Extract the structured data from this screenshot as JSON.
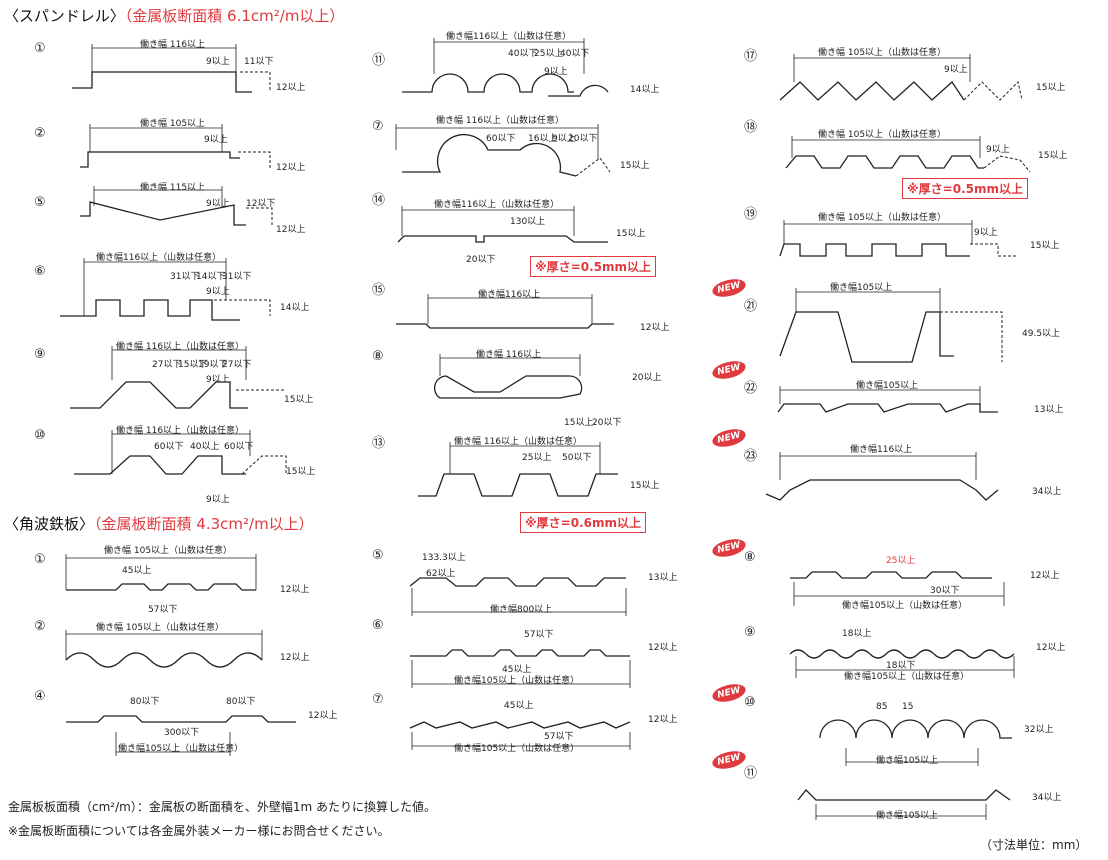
{
  "sections": {
    "spandrel": {
      "title": "〈スパンドレル〉",
      "note": "（金属板断面積 6.1cm²/m以上）"
    },
    "kakuha": {
      "title": "〈角波鉄板〉",
      "note": "（金属板断面積 4.3cm²/m以上）"
    }
  },
  "spandrel_items": [
    {
      "num": "①",
      "labels": [
        "働き幅 116以上",
        "9以上",
        "11以下",
        "12以上"
      ]
    },
    {
      "num": "②",
      "labels": [
        "働き幅 105以上",
        "9以上",
        "12以上"
      ]
    },
    {
      "num": "⑤",
      "labels": [
        "働き幅 115以上",
        "9以上",
        "12以下",
        "12以上"
      ]
    },
    {
      "num": "⑥",
      "labels": [
        "働き幅116以上（山数は任意）",
        "31以下",
        "14以下",
        "31以下",
        "9以上",
        "14以上"
      ]
    },
    {
      "num": "⑨",
      "labels": [
        "働き幅 116以上（山数は任意）",
        "27以下",
        "15以下",
        "19以下",
        "27以下",
        "9以上",
        "15以上"
      ]
    },
    {
      "num": "⑩",
      "labels": [
        "働き幅 116以上（山数は任意）",
        "60以下",
        "40以上",
        "60以下",
        "9以上",
        "15以上"
      ]
    },
    {
      "num": "⑪",
      "labels": [
        "働き幅116以上（山数は任意）",
        "40以下",
        "25以上",
        "40以下",
        "9以上",
        "14以上"
      ]
    },
    {
      "num": "⑦",
      "labels": [
        "働き幅 116以上（山数は任意）",
        "60以下",
        "16以上",
        "9以上",
        "20以下",
        "15以上"
      ]
    },
    {
      "num": "⑭",
      "labels": [
        "働き幅116以上（山数は任意）",
        "130以上",
        "20以下",
        "15以上"
      ],
      "warning": "※厚さ=0.5mm以上"
    },
    {
      "num": "⑮",
      "labels": [
        "働き幅116以上",
        "12以上"
      ]
    },
    {
      "num": "⑧",
      "labels": [
        "働き幅 116以上",
        "20以上",
        "15以上",
        "20以下"
      ]
    },
    {
      "num": "⑬",
      "labels": [
        "働き幅 116以上（山数は任意）",
        "25以上",
        "50以下",
        "15以上"
      ],
      "warning": "※厚さ=0.6mm以上"
    },
    {
      "num": "⑰",
      "labels": [
        "働き幅 105以上（山数は任意）",
        "9以上",
        "15以上"
      ]
    },
    {
      "num": "⑱",
      "labels": [
        "働き幅 105以上（山数は任意）",
        "9以上",
        "15以上"
      ],
      "warning": "※厚さ=0.5mm以上"
    },
    {
      "num": "⑲",
      "labels": [
        "働き幅 105以上（山数は任意）",
        "9以上",
        "15以上"
      ]
    },
    {
      "num": "㉑",
      "labels": [
        "働き幅105以上",
        "49.5以上"
      ],
      "new": "NEW"
    },
    {
      "num": "㉒",
      "labels": [
        "働き幅105以上",
        "13以上"
      ],
      "new": "NEW"
    },
    {
      "num": "㉓",
      "labels": [
        "働き幅116以上",
        "34以上"
      ],
      "new": "NEW"
    }
  ],
  "kakuha_items": [
    {
      "num": "①",
      "labels": [
        "働き幅 105以上（山数は任意）",
        "45以上",
        "57以下",
        "12以上"
      ]
    },
    {
      "num": "②",
      "labels": [
        "働き幅 105以上（山数は任意）",
        "12以上"
      ]
    },
    {
      "num": "④",
      "labels": [
        "80以下",
        "80以下",
        "300以下",
        "働き幅105以上（山数は任意）",
        "12以上"
      ]
    },
    {
      "num": "⑤",
      "labels": [
        "133.3以上",
        "62以上",
        "働き幅800以上",
        "13以上"
      ]
    },
    {
      "num": "⑥",
      "labels": [
        "57以下",
        "45以上",
        "働き幅105以上（山数は任意）",
        "12以上"
      ]
    },
    {
      "num": "⑦",
      "labels": [
        "45以上",
        "57以下",
        "働き幅105以上（山数は任意）",
        "12以上"
      ]
    },
    {
      "num": "⑧",
      "labels": [
        "25以上",
        "30以下",
        "働き幅105以上（山数は任意）",
        "12以上"
      ],
      "new": "NEW"
    },
    {
      "num": "⑨",
      "labels": [
        "18以上",
        "18以下",
        "働き幅105以上（山数は任意）",
        "12以上"
      ]
    },
    {
      "num": "⑩",
      "labels": [
        "85",
        "15",
        "働き幅105以上",
        "32以上"
      ],
      "new": "NEW"
    },
    {
      "num": "⑪",
      "labels": [
        "働き幅105以上",
        "34以上"
      ],
      "new": "NEW"
    }
  ],
  "footer": {
    "definition": "金属板板面積（cm²/m）：金属板の断面積を、外壁幅1m あたりに換算した値。",
    "inquiry": "※金属板断面積については各金属外装メーカー様にお問合せください。",
    "unit": "（寸法単位：mm）"
  }
}
